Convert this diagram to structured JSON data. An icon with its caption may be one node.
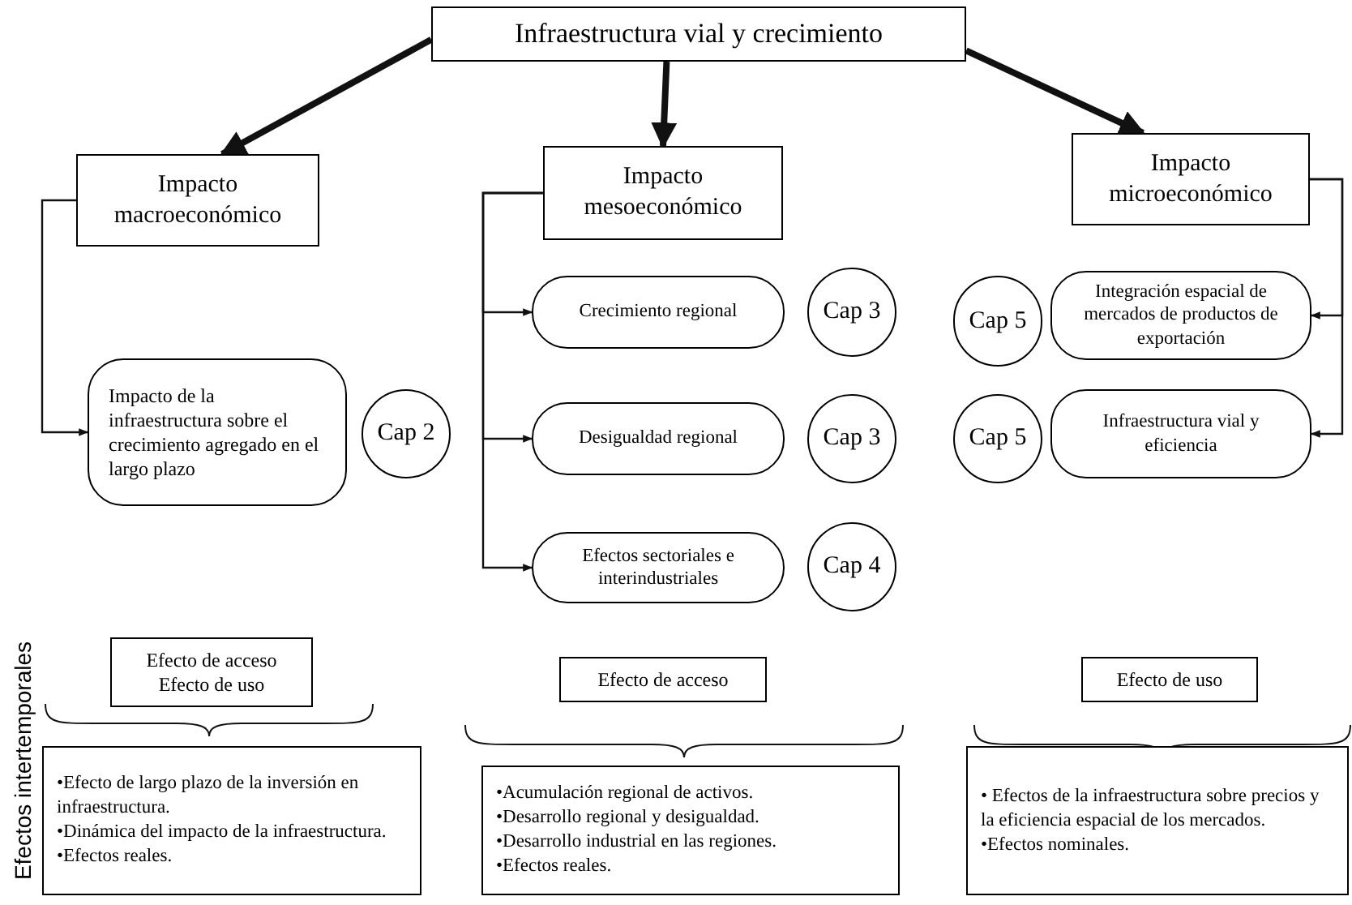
{
  "diagram": {
    "nodes": [
      {
        "text": [
          "Infraestructura vial y crecimiento"
        ]
      },
      {
        "text": [
          "Impacto macroeconómico"
        ]
      },
      {
        "text": [
          "Impacto mesoeconómico"
        ]
      },
      {
        "text": [
          "Impacto microeconómico"
        ]
      },
      {
        "text": [
          "Impacto de la infraestructura sobre el crecimiento agregado en el largo plazo"
        ]
      },
      {
        "text": [
          "Cap 2"
        ]
      },
      {
        "text": [
          "Crecimiento regional"
        ]
      },
      {
        "text": [
          "Cap 3"
        ]
      },
      {
        "text": [
          "Desigualdad regional"
        ]
      },
      {
        "text": [
          "Cap 3"
        ]
      },
      {
        "text": [
          "Efectos sectoriales e interindustriales"
        ]
      },
      {
        "text": [
          "Cap 4"
        ]
      },
      {
        "text": [
          "Cap 5"
        ]
      },
      {
        "text": [
          "Integración espacial de mercados de productos de exportación"
        ]
      },
      {
        "text": [
          "Cap 5"
        ]
      },
      {
        "text": [
          "Infraestructura vial y eficiencia"
        ]
      },
      {
        "text": [
          "Efecto de acceso",
          "Efecto de uso"
        ]
      },
      {
        "text": [
          "Efecto de acceso"
        ]
      },
      {
        "text": [
          "Efecto de uso"
        ]
      },
      {
        "text": [
          "•Efecto de largo plazo de la inversión en infraestructura.",
          "•Dinámica del impacto de la infraestructura.",
          "•Efectos reales."
        ]
      },
      {
        "text": [
          "•Acumulación regional de activos.",
          "•Desarrollo regional y desigualdad.",
          "•Desarrollo industrial en las regiones.",
          "•Efectos reales."
        ]
      },
      {
        "text": [
          "• Efectos de la infraestructura sobre precios y la eficiencia espacial de los mercados.",
          "•Efectos nominales."
        ]
      }
    ],
    "edges": [
      {
        "from": 0,
        "to": 1,
        "arrow": "to",
        "style": "thick"
      },
      {
        "from": 0,
        "to": 2,
        "arrow": "to",
        "style": "thick"
      },
      {
        "from": 0,
        "to": 3,
        "arrow": "to",
        "style": "thick"
      },
      {
        "from": 1,
        "to": 4,
        "arrow": "to"
      },
      {
        "from": 2,
        "to": 6,
        "arrow": "to"
      },
      {
        "from": 2,
        "to": 8,
        "arrow": "to"
      },
      {
        "from": 2,
        "to": 10,
        "arrow": "to"
      },
      {
        "from": 3,
        "to": 13,
        "arrow": "to"
      },
      {
        "from": 3,
        "to": 15,
        "arrow": "to"
      }
    ],
    "labels": [
      "Efectos intertemporales"
    ]
  }
}
